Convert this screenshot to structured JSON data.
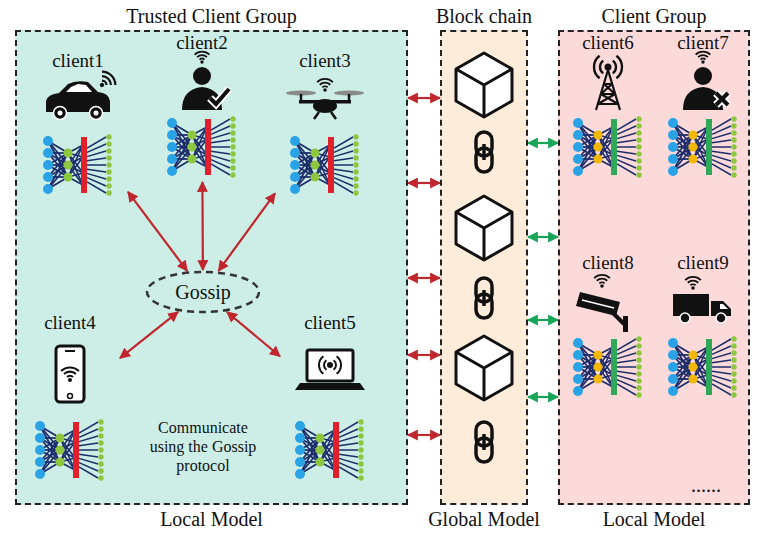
{
  "diagram": {
    "nodes": [
      {
        "text": [
          "Trusted Client Group",
          "Communicate using the Gossip protocol",
          "Local Model"
        ]
      },
      {
        "text": [
          "client1"
        ],
        "in": 0
      },
      {
        "text": [
          "client2"
        ],
        "in": 0
      },
      {
        "text": [
          "client3"
        ],
        "in": 0
      },
      {
        "text": [
          "Gossip"
        ],
        "in": 0
      },
      {
        "text": [
          "client4"
        ],
        "in": 0
      },
      {
        "text": [
          "client5"
        ],
        "in": 0
      },
      {
        "text": [
          "Block chain",
          "Global Model"
        ]
      },
      {
        "text": [
          "Client Group",
          "Local Model"
        ]
      },
      {
        "text": [
          "client6"
        ],
        "in": 8
      },
      {
        "text": [
          "client7"
        ],
        "in": 8
      },
      {
        "text": [
          "client8"
        ],
        "in": 8
      },
      {
        "text": [
          "client9"
        ],
        "in": 8
      }
    ],
    "edges": [
      {
        "from": 1,
        "to": 4,
        "arrow": "both"
      },
      {
        "from": 2,
        "to": 4,
        "arrow": "both"
      },
      {
        "from": 3,
        "to": 4,
        "arrow": "both"
      },
      {
        "from": 5,
        "to": 4,
        "arrow": "both"
      },
      {
        "from": 6,
        "to": 4,
        "arrow": "both"
      },
      {
        "from": 0,
        "to": 7,
        "arrow": "both"
      },
      {
        "from": 0,
        "to": 7,
        "arrow": "both"
      },
      {
        "from": 0,
        "to": 7,
        "arrow": "both"
      },
      {
        "from": 0,
        "to": 7,
        "arrow": "both"
      },
      {
        "from": 0,
        "to": 7,
        "arrow": "both"
      },
      {
        "from": 7,
        "to": 8,
        "arrow": "both"
      },
      {
        "from": 7,
        "to": 8,
        "arrow": "both"
      },
      {
        "from": 7,
        "to": 8,
        "arrow": "both"
      },
      {
        "from": 7,
        "to": 8,
        "arrow": "both"
      }
    ],
    "labels": [
      "......"
    ]
  }
}
